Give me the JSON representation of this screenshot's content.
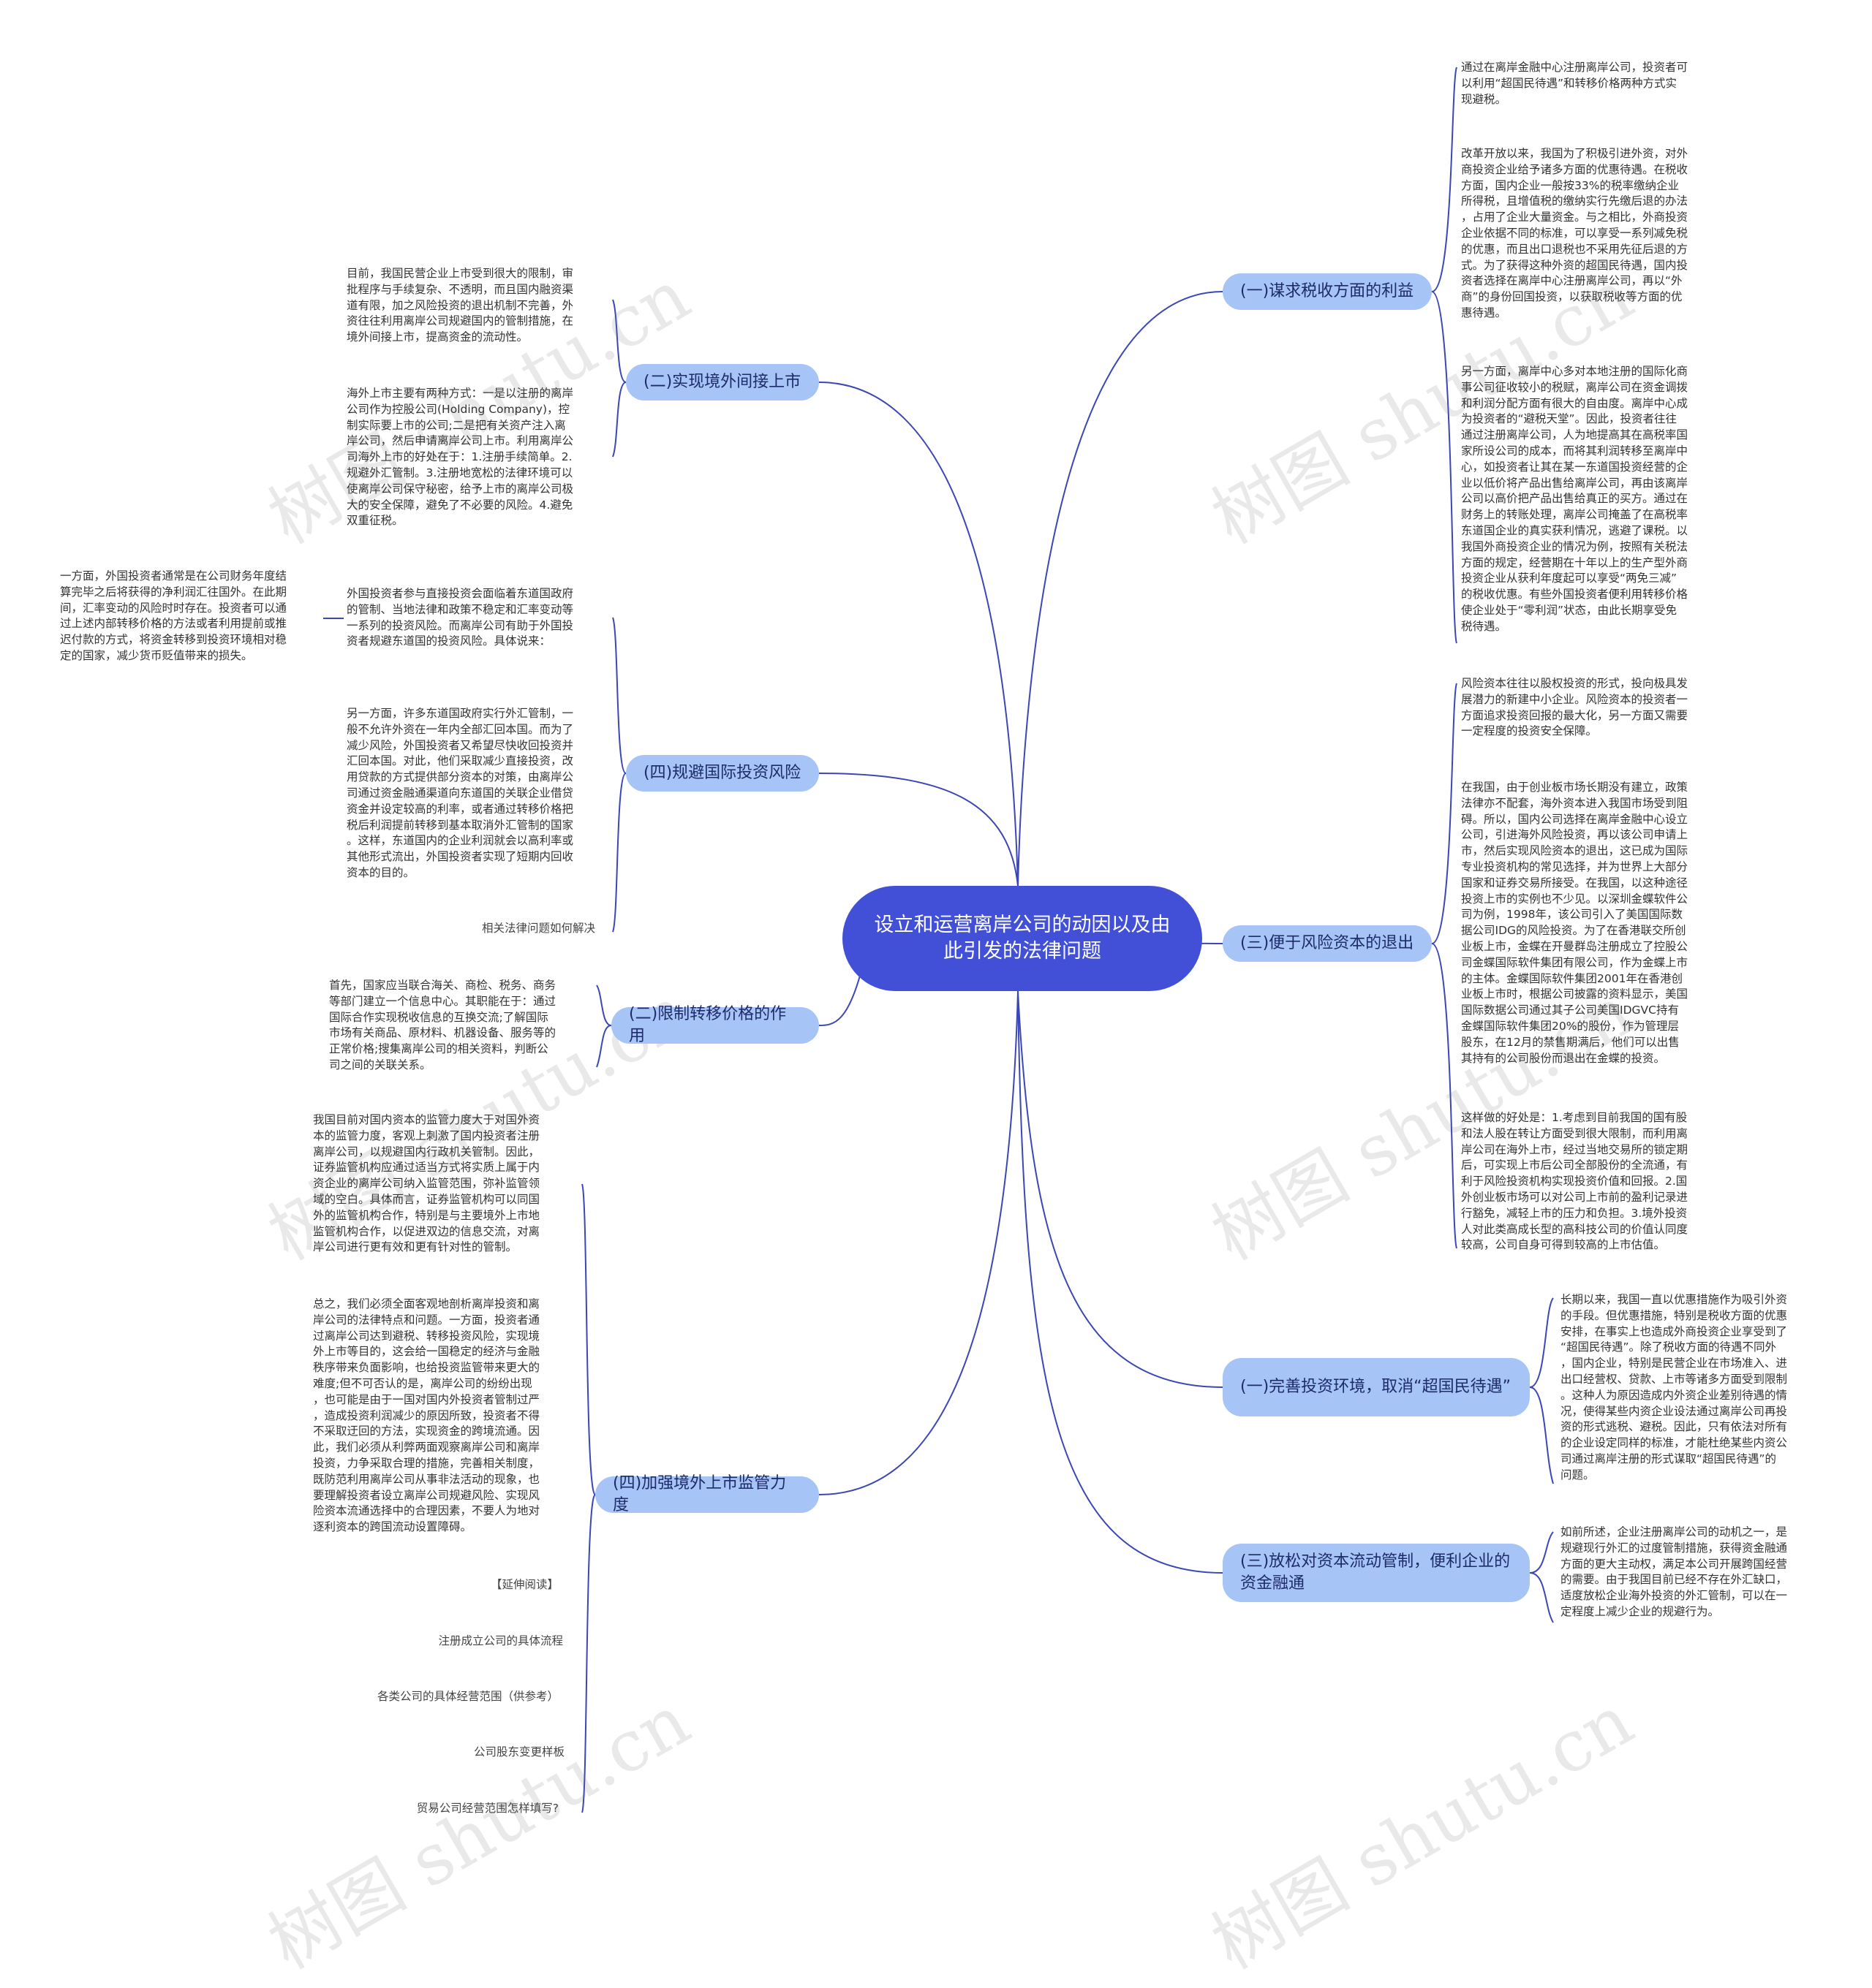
{
  "center": {
    "label": "设立和运营离岸公司的动因以及由此引发的法律问题"
  },
  "watermark_text": "树图 shutu.cn",
  "right": [
    {
      "label": "(一)谋求税收方面的利益",
      "leaves": [
        "通过在离岸金融中心注册离岸公司，投资者可\n以利用“超国民待遇”和转移价格两种方式实\n现避税。",
        "改革开放以来，我国为了积极引进外资，对外\n商投资企业给予诸多方面的优惠待遇。在税收\n方面，国内企业一般按33%的税率缴纳企业\n所得税，且增值税的缴纳实行先缴后退的办法\n，占用了企业大量资金。与之相比，外商投资\n企业依据不同的标准，可以享受一系列减免税\n的优惠，而且出口退税也不采用先征后退的方\n式。为了获得这种外资的超国民待遇，国内投\n资者选择在离岸中心注册离岸公司，再以“外\n商”的身份回国投资，以获取税收等方面的优\n惠待遇。",
        "另一方面，离岸中心多对本地注册的国际化商\n事公司征收较小的税赋，离岸公司在资金调拨\n和利润分配方面有很大的自由度。离岸中心成\n为投资者的“避税天堂”。因此，投资者往往\n通过注册离岸公司，人为地提高其在高税率国\n家所设公司的成本，而将其利润转移至离岸中\n心，如投资者让其在某一东道国投资经营的企\n业以低价将产品出售给离岸公司，再由该离岸\n公司以高价把产品出售给真正的买方。通过在\n财务上的转账处理，离岸公司掩盖了在高税率\n东道国企业的真实获利情况，逃避了课税。以\n我国外商投资企业的情况为例，按照有关税法\n方面的规定，经营期在十年以上的生产型外商\n投资企业从获利年度起可以享受“两免三减”\n的税收优惠。有些外国投资者便利用转移价格\n使企业处于“零利润”状态，由此长期享受免\n税待遇。"
      ]
    },
    {
      "label": "(三)便于风险资本的退出",
      "leaves": [
        "风险资本往往以股权投资的形式，投向极具发\n展潜力的新建中小企业。风险资本的投资者一\n方面追求投资回报的最大化，另一方面又需要\n一定程度的投资安全保障。",
        "在我国，由于创业板市场长期没有建立，政策\n法律亦不配套，海外资本进入我国市场受到阻\n碍。所以，国内公司选择在离岸金融中心设立\n公司，引进海外风险投资，再以该公司申请上\n市，然后实现风险资本的退出，这已成为国际\n专业投资机构的常见选择，并为世界上大部分\n国家和证券交易所接受。在我国，以这种途径\n投资上市的实例也不少见。以深圳金蝶软件公\n司为例，1998年，该公司引入了美国国际数\n据公司IDG的风险投资。为了在香港联交所创\n业板上市，金蝶在开曼群岛注册成立了控股公\n司金蝶国际软件集团有限公司，作为金蝶上市\n的主体。金蝶国际软件集团2001年在香港创\n业板上市时，根据公司披露的资料显示，美国\n国际数据公司通过其子公司美国IDGVC持有\n金蝶国际软件集团20%的股份，作为管理层\n股东，在12月的禁售期满后，他们可以出售\n其持有的公司股份而退出在金蝶的投资。",
        "这样做的好处是：1.考虑到目前我国的国有股\n和法人股在转让方面受到很大限制，而利用离\n岸公司在海外上市，经过当地交易所的锁定期\n后，可实现上市后公司全部股份的全流通，有\n利于风险投资机构实现投资价值和回报。2.国\n外创业板市场可以对公司上市前的盈利记录进\n行豁免，减轻上市的压力和负担。3.境外投资\n人对此类高成长型的高科技公司的价值认同度\n较高，公司自身可得到较高的上市估值。"
      ]
    },
    {
      "label": "(一)完善投资环境，取消“超国民待遇”",
      "leaves": [
        "长期以来，我国一直以优惠措施作为吸引外资\n的手段。但优惠措施，特别是税收方面的优惠\n安排，在事实上也造成外商投资企业享受到了\n“超国民待遇”。除了税收方面的待遇不同外\n，国内企业，特别是民营企业在市场准入、进\n出口经营权、贷款、上市等诸多方面受到限制\n。这种人为原因造成内外资企业差别待遇的情\n况，使得某些内资企业设法通过离岸公司再投\n资的形式逃税、避税。因此，只有依法对所有\n的企业设定同样的标准，才能杜绝某些内资公\n司通过离岸注册的形式谋取“超国民待遇”的\n问题。"
      ]
    },
    {
      "label": "(三)放松对资本流动管制，便利企业的资金融通",
      "leaves": [
        "如前所述，企业注册离岸公司的动机之一，是\n规避现行外汇的过度管制措施，获得资金融通\n方面的更大主动权，满足本公司开展跨国经营\n的需要。由于我国目前已经不存在外汇缺口，\n适度放松企业海外投资的外汇管制，可以在一\n定程度上减少企业的规避行为。"
      ]
    }
  ],
  "left": [
    {
      "label": "(二)实现境外间接上市",
      "leaves": [
        "目前，我国民营企业上市受到很大的限制，审\n批程序与手续复杂、不透明，而且国内融资渠\n道有限，加之风险投资的退出机制不完善，外\n资往往利用离岸公司规避国内的管制措施，在\n境外间接上市，提高资金的流动性。",
        "海外上市主要有两种方式：一是以注册的离岸\n公司作为控股公司(Holding Company)，控\n制实际要上市的公司;二是把有关资产注入离\n岸公司，然后申请离岸公司上市。利用离岸公\n司海外上市的好处在于：1.注册手续简单。2.\n规避外汇管制。3.注册地宽松的法律环境可以\n使离岸公司保守秘密，给予上市的离岸公司极\n大的安全保障，避免了不必要的风险。4.避免\n双重征税。"
      ]
    },
    {
      "label": "(四)规避国际投资风险",
      "leaves": [
        "外国投资者参与直接投资会面临着东道国政府\n的管制、当地法律和政策不稳定和汇率变动等\n一系列的投资风险。而离岸公司有助于外国投\n资者规避东道国的投资风险。具体说来：",
        "另一方面，许多东道国政府实行外汇管制，一\n般不允许外资在一年内全部汇回本国。而为了\n减少风险，外国投资者又希望尽快收回投资并\n汇回本国。对此，他们采取减少直接投资，改\n用贷款的方式提供部分资本的对策，由离岸公\n司通过资金融通渠道向东道国的关联企业借贷\n资金并设定较高的利率，或者通过转移价格把\n税后利润提前转移到基本取消外汇管制的国家\n。这样，东道国内的企业利润就会以高利率或\n其他形式流出，外国投资者实现了短期内回收\n资本的目的。",
        "相关法律问题如何解决"
      ],
      "subleaf": "一方面，外国投资者通常是在公司财务年度结\n算完毕之后将获得的净利润汇往国外。在此期\n间，汇率变动的风险时时存在。投资者可以通\n过上述内部转移价格的方法或者利用提前或推\n迟付款的方式，将资金转移到投资环境相对稳\n定的国家，减少货币贬值带来的损失。"
    },
    {
      "label": "(二)限制转移价格的作用",
      "leaves": [
        "首先，国家应当联合海关、商检、税务、商务\n等部门建立一个信息中心。其职能在于：通过\n国际合作实现税收信息的互换交流;了解国际\n市场有关商品、原材料、机器设备、服务等的\n正常价格;搜集离岸公司的相关资料，判断公\n司之间的关联关系。"
      ]
    },
    {
      "label": "(四)加强境外上市监管力度",
      "leaves": [
        "我国目前对国内资本的监管力度大于对国外资\n本的监管力度，客观上刺激了国内投资者注册\n离岸公司，以规避国内行政机关管制。因此，\n证券监管机构应通过适当方式将实质上属于内\n资企业的离岸公司纳入监管范围，弥补监管领\n域的空白。具体而言，证券监管机构可以同国\n外的监管机构合作，特别是与主要境外上市地\n监管机构合作，以促进双边的信息交流，对离\n岸公司进行更有效和更有针对性的管制。",
        "总之，我们必须全面客观地剖析离岸投资和离\n岸公司的法律特点和问题。一方面，投资者通\n过离岸公司达到避税、转移投资风险，实现境\n外上市等目的，这会给一国稳定的经济与金融\n秩序带来负面影响，也给投资监管带来更大的\n难度;但不可否认的是，离岸公司的纷纷出现\n，也可能是由于一国对国内外投资者管制过严\n，造成投资利润减少的原因所致，投资者不得\n不采取迂回的方法，实现资金的跨境流通。因\n此，我们必须从利弊两面观察离岸公司和离岸\n投资，力争采取合理的措施，完善相关制度，\n既防范利用离岸公司从事非法活动的现象，也\n要理解投资者设立离岸公司规避风险、实现风\n险资本流通选择中的合理因素，不要人为地对\n逐利资本的跨国流动设置障碍。",
        "【延伸阅读】",
        "注册成立公司的具体流程",
        "各类公司的具体经营范围（供参考）",
        "公司股东变更样板",
        "贸易公司经营范围怎样填写?"
      ]
    }
  ],
  "colors": {
    "center": "#4150d6",
    "branch": "#a7c4f6",
    "line": "#3b47b4"
  }
}
